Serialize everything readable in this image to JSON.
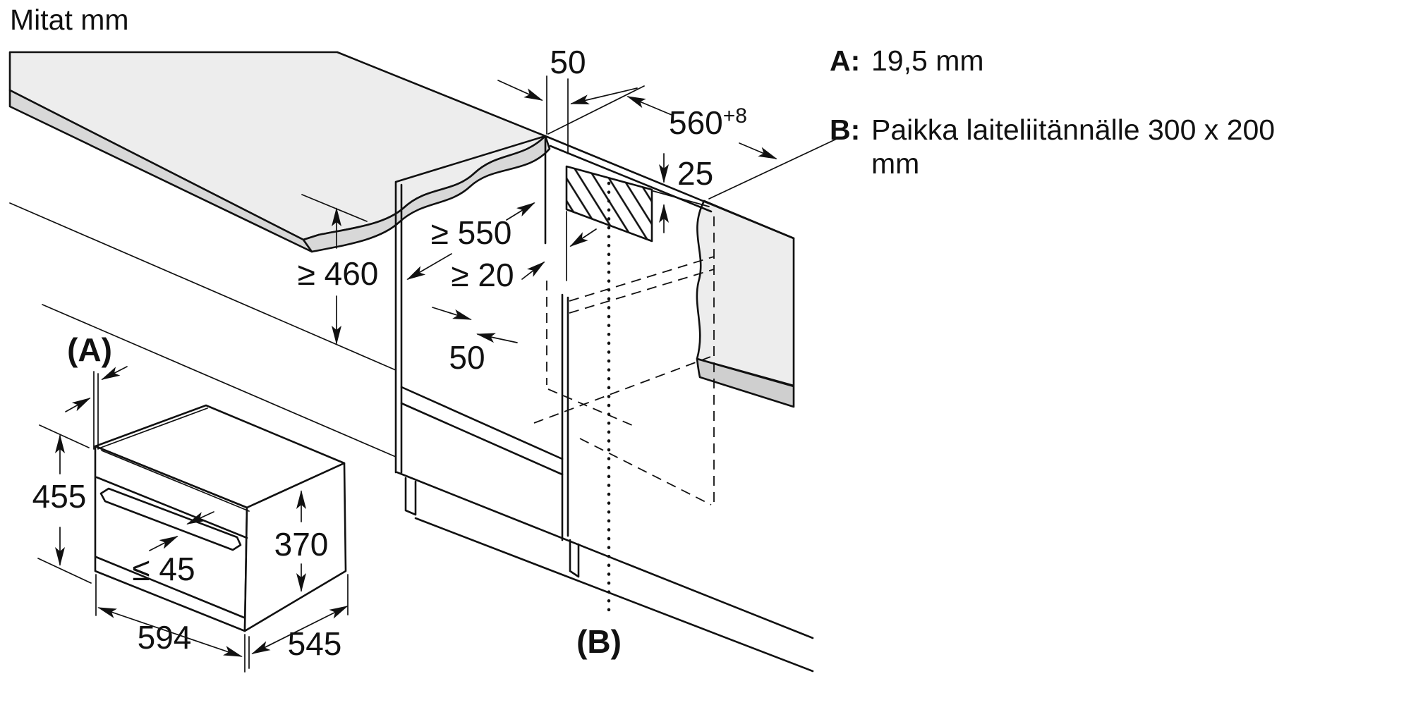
{
  "title": "Mitat mm",
  "colors": {
    "line": "#111111",
    "surface": "#ededed",
    "edge_band": "#d8d8d8",
    "edge_band_dark": "#cfcfcf",
    "background": "#ffffff"
  },
  "dimensions": {
    "top_side_gap": "50",
    "niche_width": "560",
    "niche_width_tolerance": "+8",
    "connection_offset": "25",
    "niche_depth": "≥ 550",
    "rear_clearance": "≥ 20",
    "niche_height": "≥ 460",
    "bottom_vent_gap": "50",
    "appliance_front_height": "455",
    "appliance_body_height": "370",
    "handle_depth": "≤ 45",
    "appliance_width": "594",
    "appliance_depth": "545"
  },
  "callouts": {
    "a": "(A)",
    "b": "(B)"
  },
  "legend": {
    "a_label": "A:",
    "a_value": "19,5 mm",
    "b_label": "B:",
    "b_value_line1": "Paikka laiteliitännälle 300 x 200",
    "b_value_line2": "mm"
  }
}
